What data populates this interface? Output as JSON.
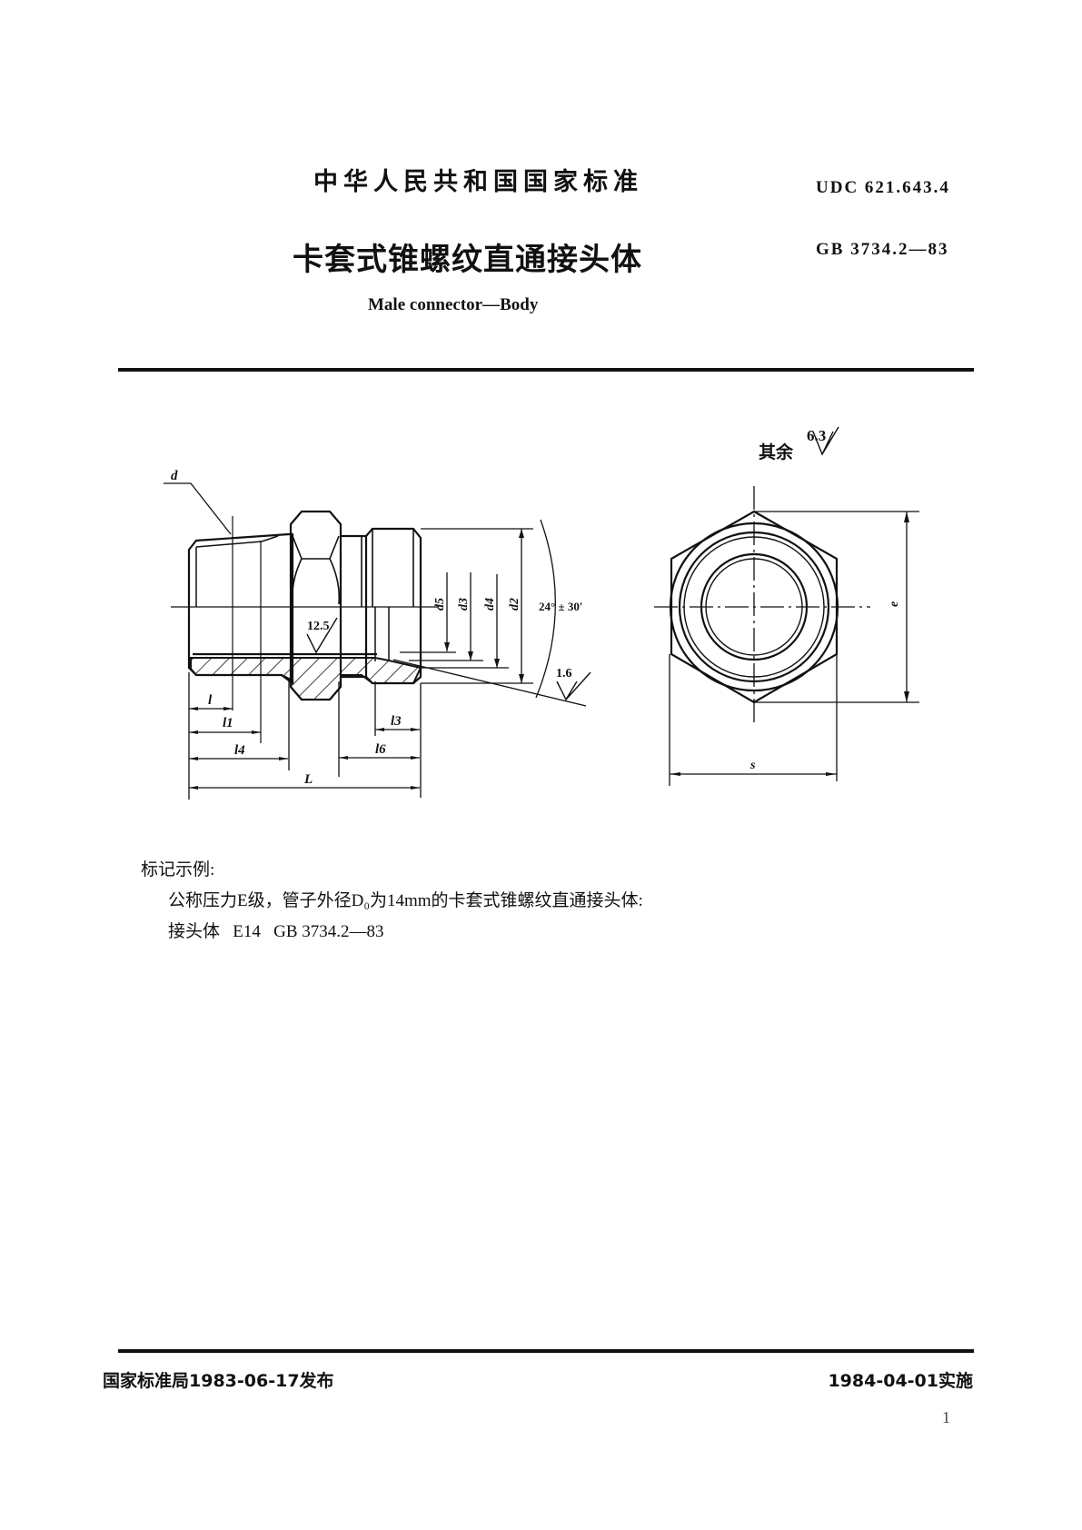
{
  "header": {
    "standard_title": "中华人民共和国国家标准",
    "udc": "UDC  621.643.4",
    "title_cn": "卡套式锥螺纹直通接头体",
    "standard_number": "GB  3734.2—83",
    "title_en": "Male connector—Body"
  },
  "drawing": {
    "labels": {
      "d": "d",
      "d5": "d5",
      "d3": "d3",
      "d4": "d4",
      "d2": "d2",
      "angle": "24° ± 30′",
      "roughness_main": "12.5",
      "roughness_seat": "1.6",
      "l": "l",
      "l1": "l1",
      "l4": "l4",
      "L": "L",
      "l3": "l3",
      "l6": "l6",
      "e": "e",
      "s": "s"
    },
    "other_roughness_label": "其余",
    "other_roughness_value": "6.3"
  },
  "marking_example": {
    "heading": "标记示例:",
    "line1": "公称压力E级，管子外径D₀为14mm的卡套式锥螺纹直通接头体:",
    "line2": "接头体   E14   GB 3734.2—83"
  },
  "footer": {
    "issued": "国家标准局1983-06-17发布",
    "effective": "1984-04-01实施",
    "page_number": "1"
  }
}
